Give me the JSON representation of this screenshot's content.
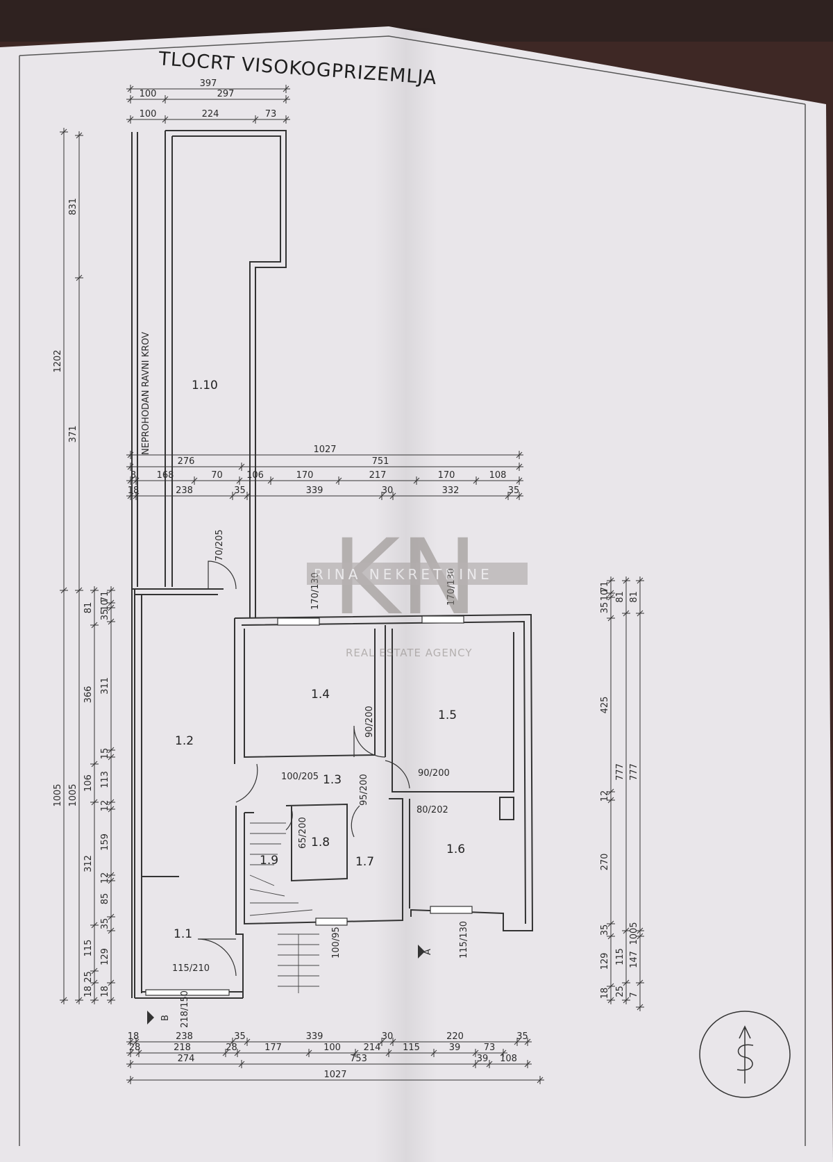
{
  "title": "TLOCRT VISOKOGPRIZEMLJA",
  "roof_label": "NEPROHODAN RAVNI KROV",
  "watermark": {
    "monogram": "KN",
    "brand": "RINA NEKRETNINE",
    "tagline": "REAL ESTATE AGENCY"
  },
  "rooms": [
    "1.1",
    "1.2",
    "1.3",
    "1.4",
    "1.5",
    "1.6",
    "1.7",
    "1.8",
    "1.9",
    "1.10"
  ],
  "section_marks": {
    "a": "A",
    "b": "B"
  },
  "dimensions": {
    "top_row1": [
      "397"
    ],
    "top_row2": [
      "100",
      "297"
    ],
    "top_row3": [
      "100",
      "224",
      "73"
    ],
    "mid_total": "1027",
    "mid_row1": [
      "276",
      "751"
    ],
    "mid_row2": [
      "8",
      "168",
      "70",
      "106",
      "170",
      "217",
      "170",
      "108"
    ],
    "mid_row3": [
      "18",
      "238",
      "35",
      "339",
      "30",
      "332",
      "35"
    ],
    "bot_row1": [
      "18",
      "238",
      "35",
      "339",
      "30",
      "220",
      "35"
    ],
    "bot_row2": [
      "28",
      "218",
      "28",
      "177",
      "100",
      "214",
      "115",
      "39",
      "73"
    ],
    "bot_row3": [
      "274",
      "753",
      "39",
      "108"
    ],
    "bot_total": "1027",
    "left_outer": [
      "1202",
      "1005"
    ],
    "left_mid": [
      "831",
      "371",
      "1005"
    ],
    "left_inner": [
      "81",
      "366",
      "106",
      "312",
      "115",
      "25",
      "18"
    ],
    "left_innermost": [
      "71",
      "10",
      "35",
      "311",
      "15",
      "113",
      "12",
      "159",
      "12",
      "85",
      "35",
      "129",
      "18"
    ],
    "right_inner": [
      "71",
      "10",
      "35",
      "425",
      "12",
      "270",
      "35",
      "129",
      "18"
    ],
    "right_mid": [
      "81",
      "777",
      "115",
      "25"
    ],
    "right_outer": [
      "81",
      "777",
      "1005",
      "147",
      "7"
    ],
    "openings": [
      "70/205",
      "170/130",
      "170/130",
      "90/200",
      "90/200",
      "100/205",
      "95/200",
      "80/202",
      "65/200",
      "115/130",
      "100/95",
      "115/210",
      "218/150"
    ]
  }
}
